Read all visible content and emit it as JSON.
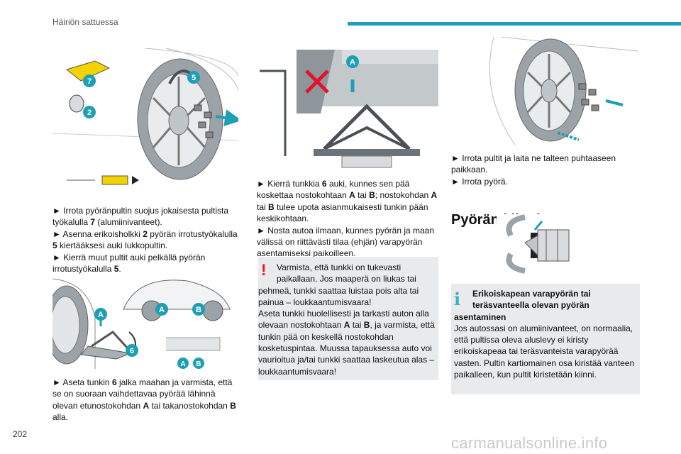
{
  "header": {
    "title": "Häiriön sattuessa"
  },
  "page_number": "202",
  "watermark": "carmanualsonline.info",
  "figures": {
    "fig1_callouts": [
      "7",
      "5",
      "2"
    ],
    "fig3_callouts": [
      "A"
    ],
    "fig2_callouts": [
      "A",
      "6",
      "A",
      "B",
      "A",
      "B"
    ]
  },
  "col1": {
    "p1_a": "► Irrota pyöränpultin suojus jokaisesta pultista työkalulla ",
    "p1_num": "7",
    "p1_b": " (alumiinivanteet).",
    "p2_a": "► Asenna erikoisholkki ",
    "p2_num": "2",
    "p2_b": " pyörän irrotustyökalulla ",
    "p2_num2": "5",
    "p2_c": " kiertääksesi auki lukkopultin.",
    "p3_a": "► Kierrä muut pultit auki pelkällä pyörän irrotustyökalulla ",
    "p3_num": "5",
    "p3_b": ".",
    "p4_a": "► Aseta tunkin ",
    "p4_num": "6",
    "p4_b": " jalka maahan ja varmista, että se on suoraan vaihdettavaa pyörää lähinnä olevan etunostokohdan ",
    "p4_A": "A",
    "p4_c": " tai takanostokohdan ",
    "p4_B": "B",
    "p4_d": " alla."
  },
  "col2": {
    "p1_a": "► Kierrä tunkkia ",
    "p1_num": "6",
    "p1_b": " auki, kunnes sen pää koskettaa nostokohtaan ",
    "p1_A": "A",
    "p1_c": " tai ",
    "p1_B": "B",
    "p1_d": "; nostokohdan ",
    "p1_A2": "A",
    "p1_e": " tai ",
    "p1_B2": "B",
    "p1_f": " tulee upota asianmukaisesti tunkin pään keskikohtaan.",
    "p2": "► Nosta autoa ilmaan, kunnes pyörän ja maan välissä on riittävästi tilaa (ehjän) varapyörän asentamiseksi paikoilleen.",
    "warning_l1": "Varmista, että tunkki on tukevasti",
    "warning_l2": "paikallaan. Jos maaperä on liukas tai pehmeä, tunkki saattaa luistaa pois alta tai painua – loukkaantumisvaara!",
    "warning_l3a": "Aseta tunkki huolellisesti ja tarkasti auton alla olevaan nostokohtaan ",
    "warning_A": "A",
    "warning_l3b": " tai ",
    "warning_B": "B",
    "warning_l3c": ", ja varmista, että tunkin pää on keskellä nostokohdan kosketuspintaa. Muussa tapauksessa auto voi vaurioitua ja/tai tunkki saattaa laskeutua alas – loukkaantumisvaara!"
  },
  "col3": {
    "p1": "► Irrota pultit ja laita ne talteen puhtaaseen paikkaan.",
    "p2": "► Irrota pyörä.",
    "section_title": "Pyörän kiinnitys",
    "info_title_l1": "Erikoiskapean varapyörän tai",
    "info_title_l2": "teräsvanteella olevan pyörän asentaminen",
    "info_body": "Jos autossasi on alumiinivanteet, on normaalia, että pultissa oleva aluslevy ei kiristy erikoiskapeaa tai teräsvanteista varapyörää vasten. Pultin kartiomainen osa kiristää vanteen paikalleen, kun pultit kiristetään kiinni."
  },
  "colors": {
    "accent": "#1e9fb3",
    "callout": "#1e9fb3",
    "warning": "#e3122d",
    "box_bg": "#e8eaec"
  }
}
